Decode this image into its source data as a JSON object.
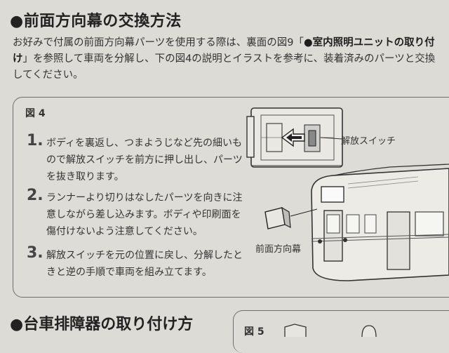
{
  "section1": {
    "title": "●前面方向幕の交換方法",
    "intro_1": "お好みで付属の前面方向幕パーツを使用する際は、裏面の図9「",
    "intro_bold": "●室内照明ユニットの取り付け",
    "intro_2": "」を参照して車両を分解し、下の図4の説明とイラストを参考に、装着済みのパーツと交換してください。"
  },
  "figure4": {
    "label": "図 4",
    "steps": [
      {
        "num": "1.",
        "text": "ボディを裏返し、つまようじなど先の細いもので解放スイッチを前方に押し出し、パーツを抜き取ります。"
      },
      {
        "num": "2.",
        "text": "ランナーより切りはなしたパーツを向きに注意しながら差し込みます。ボディや印刷面を傷付けないよう注意してください。"
      },
      {
        "num": "3.",
        "text": "解放スイッチを元の位置に戻し、分解したときと逆の手順で車両を組み立てます。"
      }
    ],
    "callout_switch": "解放スイッチ",
    "callout_part": "前面方向幕"
  },
  "section2": {
    "title": "●台車排障器の取り付け方"
  },
  "figure5": {
    "label": "図 5"
  }
}
